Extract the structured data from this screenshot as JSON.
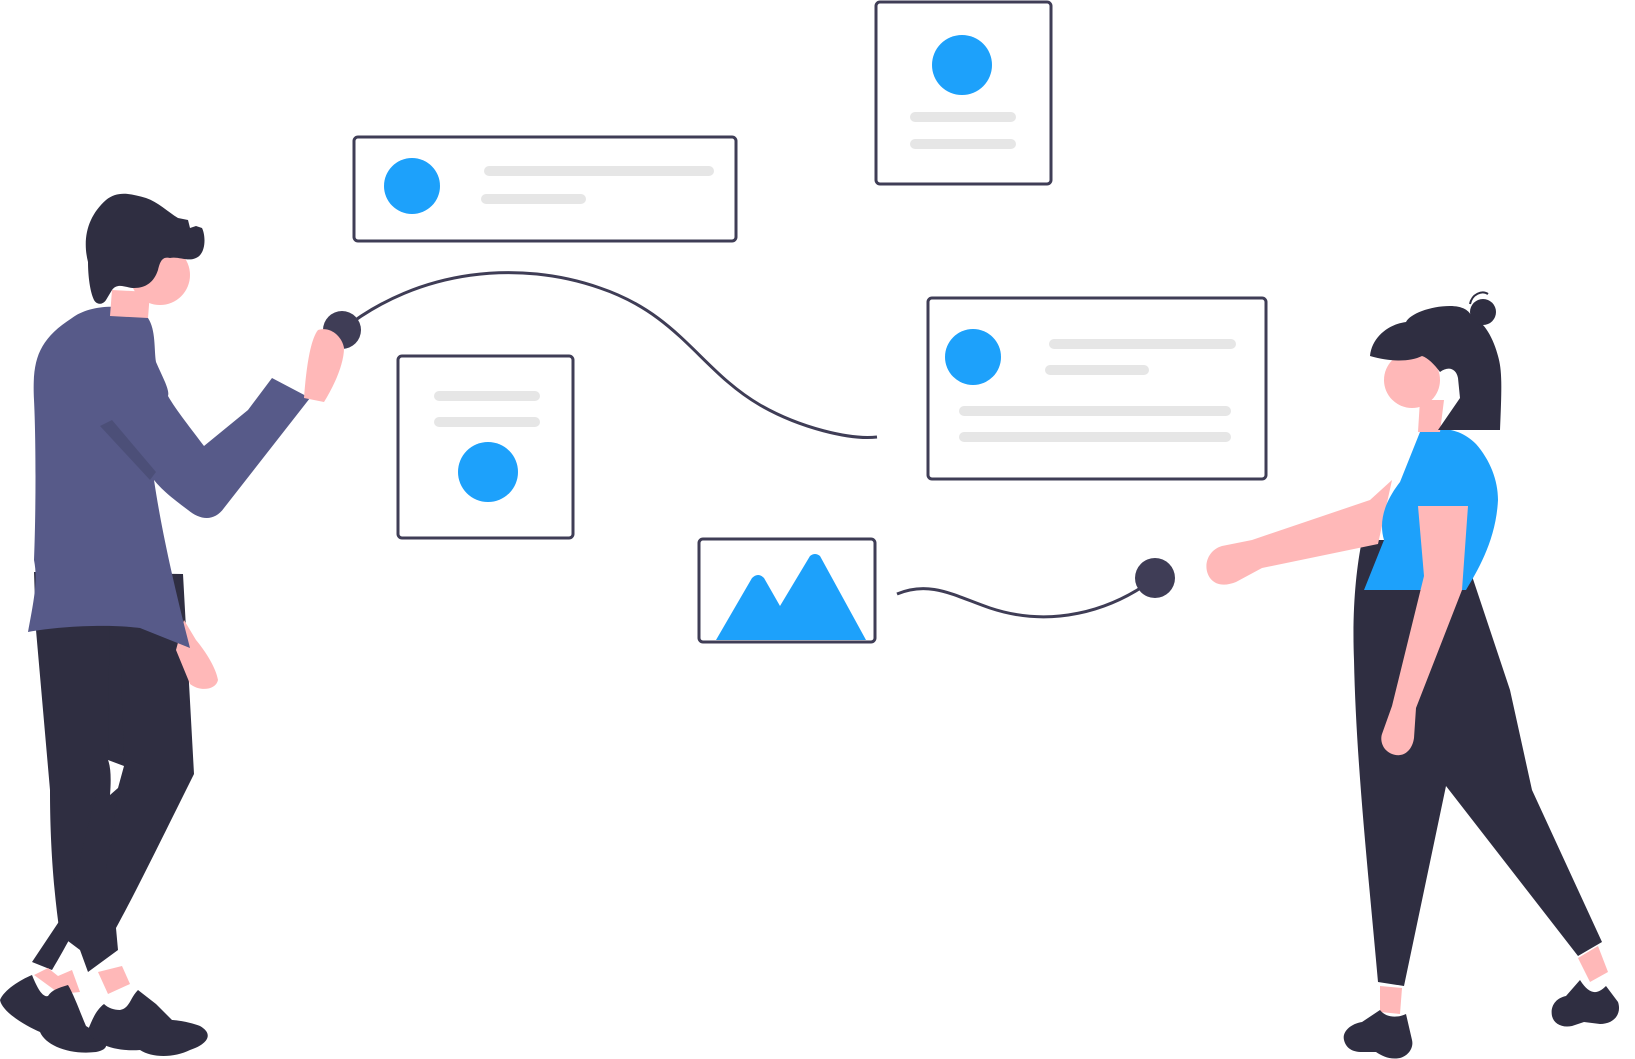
{
  "illustration": {
    "theme": "two people connecting content cards",
    "colors": {
      "accent": "#1da1fb",
      "dark": "#2f2e41",
      "line": "#3f3d56",
      "placeholder": "#e6e6e6",
      "skin": "#ffb8b8",
      "shirt_man": "#575a89",
      "card_bg": "#ffffff"
    },
    "cards": [
      {
        "name": "card-top-left",
        "icon": "avatar-circle-icon",
        "text_lines": 2
      },
      {
        "name": "card-top-center",
        "icon": "avatar-circle-icon",
        "text_lines": 2
      },
      {
        "name": "card-middle-left",
        "icon": "avatar-circle-icon",
        "text_lines": 2
      },
      {
        "name": "card-right",
        "icon": "avatar-circle-icon",
        "text_lines": 4
      },
      {
        "name": "card-image",
        "icon": "mountain-image-icon",
        "text_lines": 0
      }
    ],
    "figures": [
      "man-figure",
      "woman-figure"
    ]
  }
}
